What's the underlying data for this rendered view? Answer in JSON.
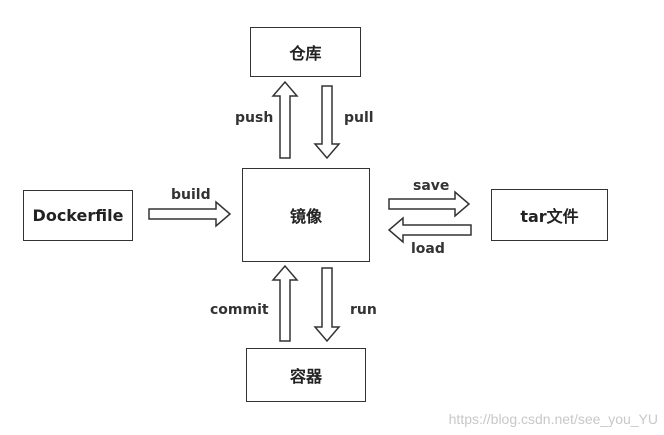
{
  "nodes": {
    "repo": "仓库",
    "image": "镜像",
    "dockerfile": "Dockerfile",
    "tar": "tar文件",
    "container": "容器"
  },
  "edges": {
    "push": "push",
    "pull": "pull",
    "build": "build",
    "save": "save",
    "load": "load",
    "commit": "commit",
    "run": "run"
  },
  "watermark": "https://blog.csdn.net/see_you_YU",
  "colors": {
    "stroke": "#333333",
    "fill": "#ffffff",
    "text": "#222222",
    "watermark": "#c8c8c8"
  }
}
